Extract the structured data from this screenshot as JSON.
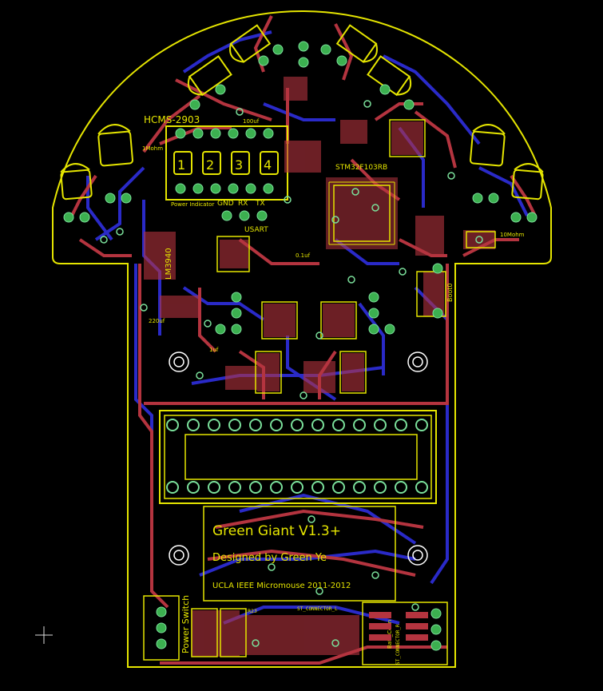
{
  "colors": {
    "background": "#000000",
    "outline": "#e5e500",
    "top_copper": "#b4343f",
    "bottom_copper": "#2a2ac8",
    "pad": "#3cb050",
    "via": "#7adf9a"
  },
  "labels": {
    "display": "HCMS-2903",
    "display_digits": [
      "1",
      "2",
      "3",
      "4"
    ],
    "power_indicator": "Power Indicator",
    "uart_pins": [
      "GND",
      "RX",
      "TX"
    ],
    "usart": "USART",
    "mcu": "STM32F103RB",
    "cap_100uf": "100uf",
    "cap_1uf": "1uf",
    "cap_0_1uf": "0.1uf",
    "cap_220uf": "220uf",
    "regulator": "LM3940",
    "resistor_1mohm": "1Mohm",
    "resistor_10mohm": "10Mohm",
    "boot": "Boot0",
    "power_switch": "Power Switch",
    "st_connector_l": "ST_CONNECTOR_L",
    "st_connector_r": "ST_CONNECTOR_R",
    "battery": "Batt_Conn",
    "r23": "R23",
    "title": "Green Giant V1.3+",
    "designer": "Designed by Green Ye",
    "org": "UCLA IEEE Micromouse 2011-2012"
  }
}
